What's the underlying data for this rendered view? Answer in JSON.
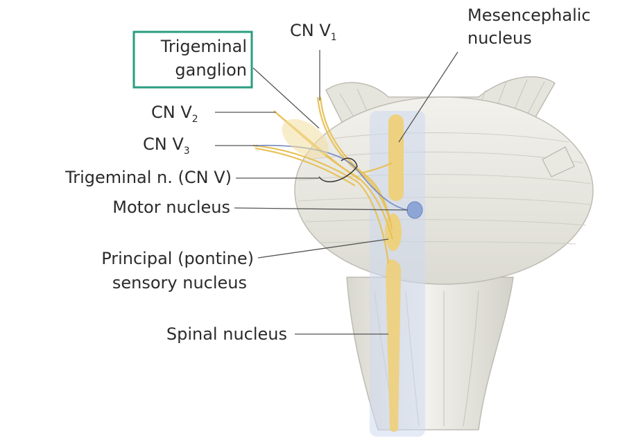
{
  "labels": {
    "trigeminal_ganglion_line1": "Trigeminal",
    "trigeminal_ganglion_line2": "ganglion",
    "cn_v1_main": "CN V",
    "cn_v1_sub": "1",
    "mesencephalic_line1": "Mesencephalic",
    "mesencephalic_line2": "nucleus",
    "cn_v2_main": "CN V",
    "cn_v2_sub": "2",
    "cn_v3_main": "CN V",
    "cn_v3_sub": "3",
    "trigeminal_nerve": "Trigeminal n. (CN V)",
    "motor_nucleus": "Motor nucleus",
    "principal_line1": "Principal (pontine)",
    "principal_line2": "sensory nucleus",
    "spinal_nucleus": "Spinal nucleus"
  },
  "colors": {
    "highlight_box": "#2a9d7f",
    "nucleus_band": "#cdd8ef",
    "sensory_nucleus": "#f0cf73",
    "motor_nucleus": "#8ea6d6",
    "nerve_fiber": "#e8c25a",
    "brainstem": "#ecebe4"
  }
}
